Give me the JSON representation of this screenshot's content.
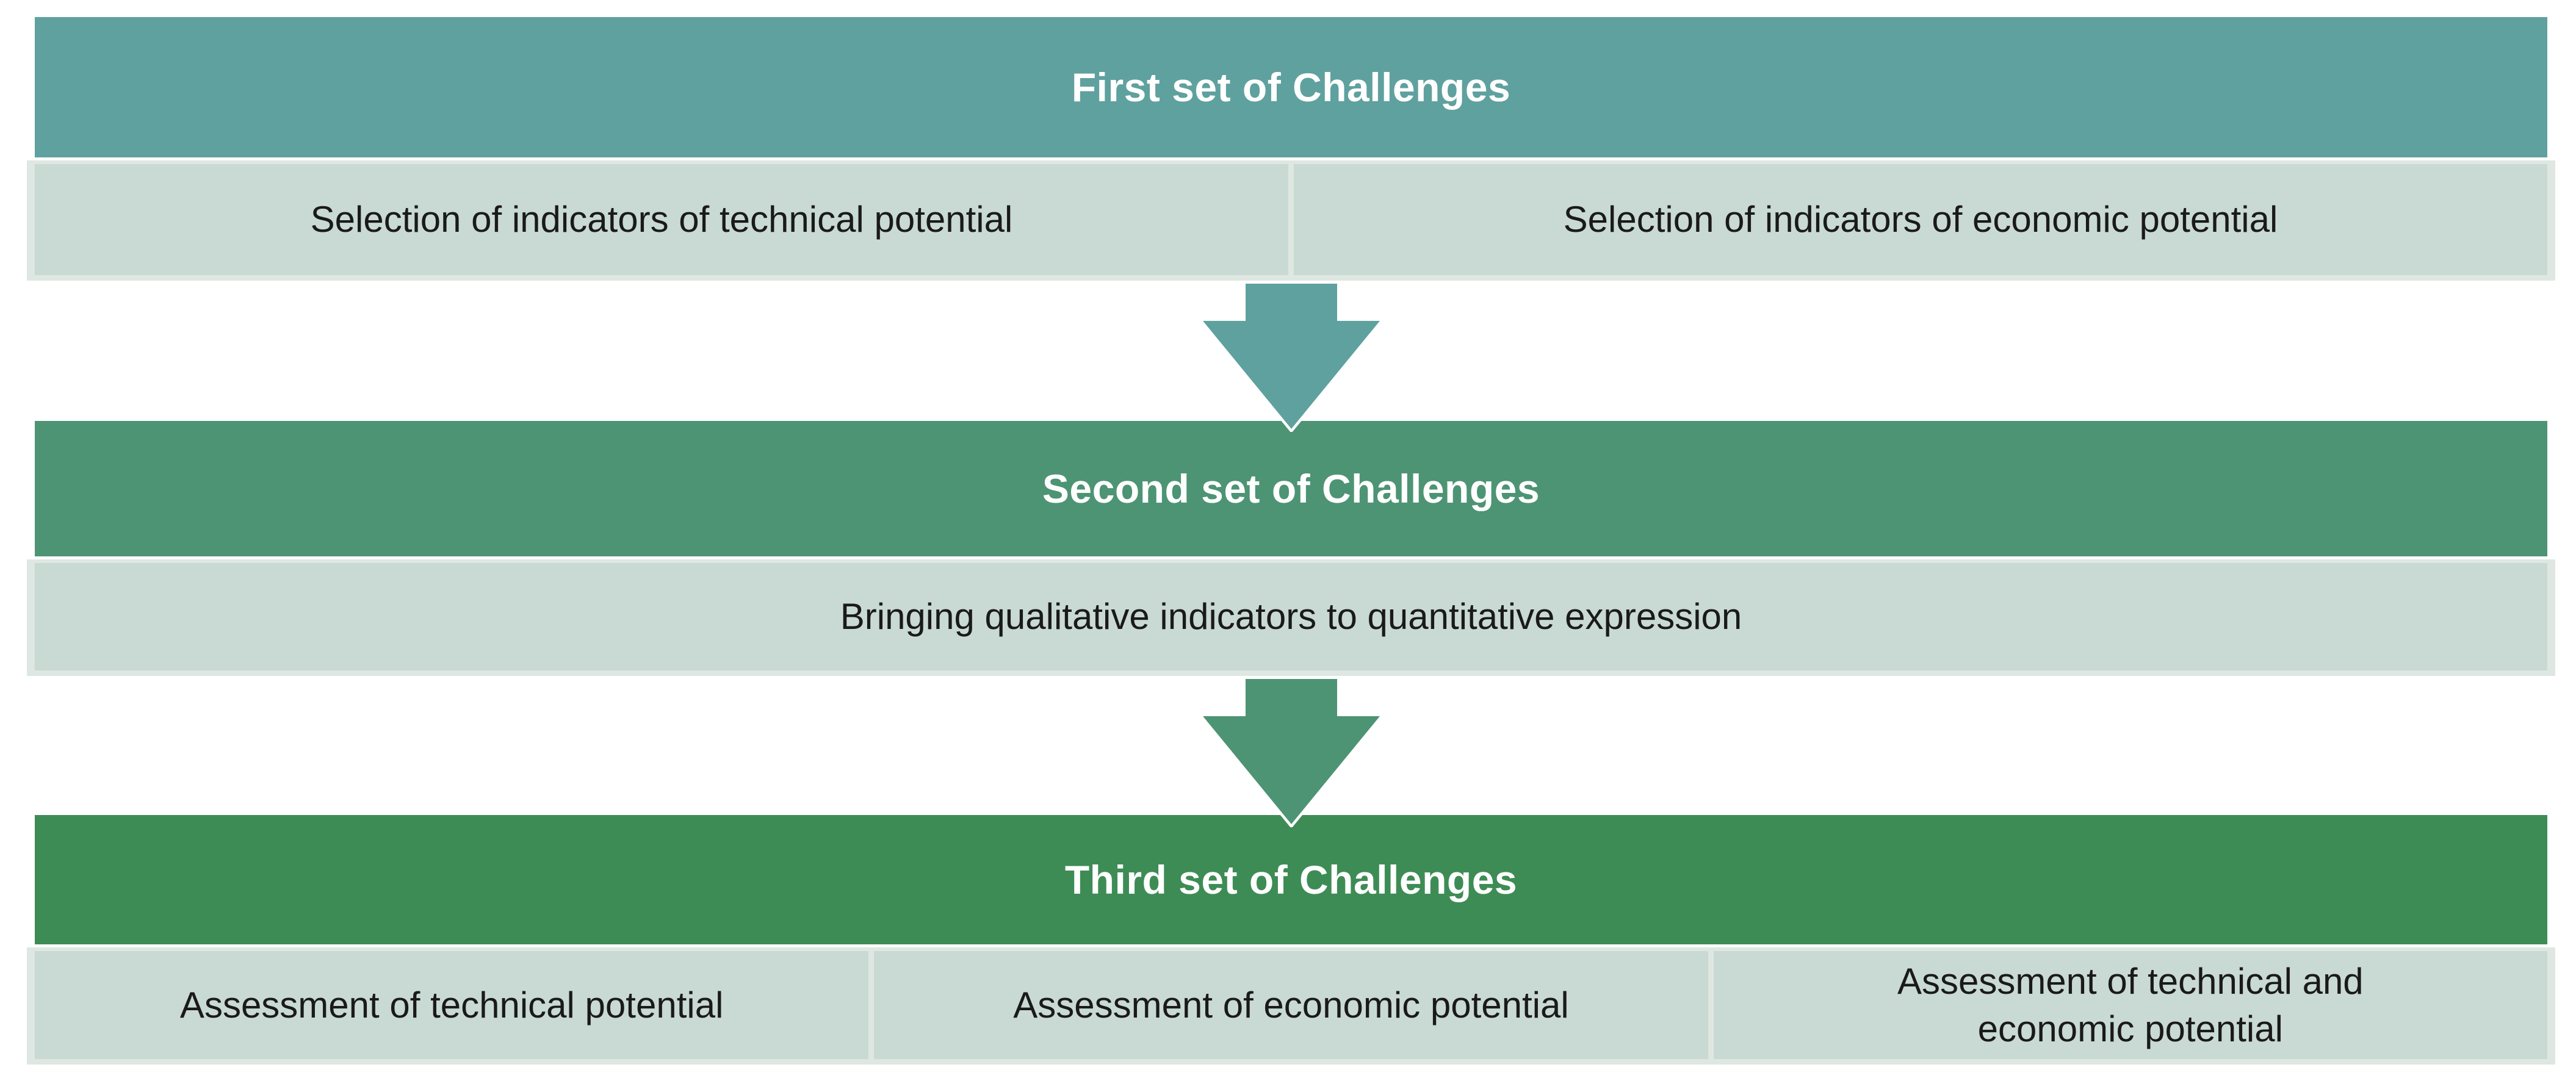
{
  "diagram": {
    "title": "Sets of Challenges flow diagram",
    "stages": [
      {
        "title": "First set of Challenges",
        "header_color": "#5FA19E",
        "cells": [
          "Selection of indicators of technical potential",
          "Selection of indicators of economic potential"
        ]
      },
      {
        "title": "Second set of Challenges",
        "header_color": "#4D9474",
        "cells": [
          "Bringing qualitative indicators to quantitative expression"
        ]
      },
      {
        "title": "Third set of Challenges",
        "header_color": "#3E8C55",
        "cells": [
          "Assessment of technical potential",
          "Assessment of  economic potential",
          "Assessment of technical and economic potential"
        ]
      }
    ],
    "arrows": [
      {
        "name": "down-arrow",
        "color": "#5FA19E"
      },
      {
        "name": "down-arrow",
        "color": "#4D9474"
      }
    ]
  },
  "colors": {
    "cell_bg": "#C9D9D3",
    "cell_border": "#DEE7E1",
    "cell_text": "#1A1A1A",
    "header_text": "#FFFFFF",
    "background": "#FFFFFF"
  }
}
